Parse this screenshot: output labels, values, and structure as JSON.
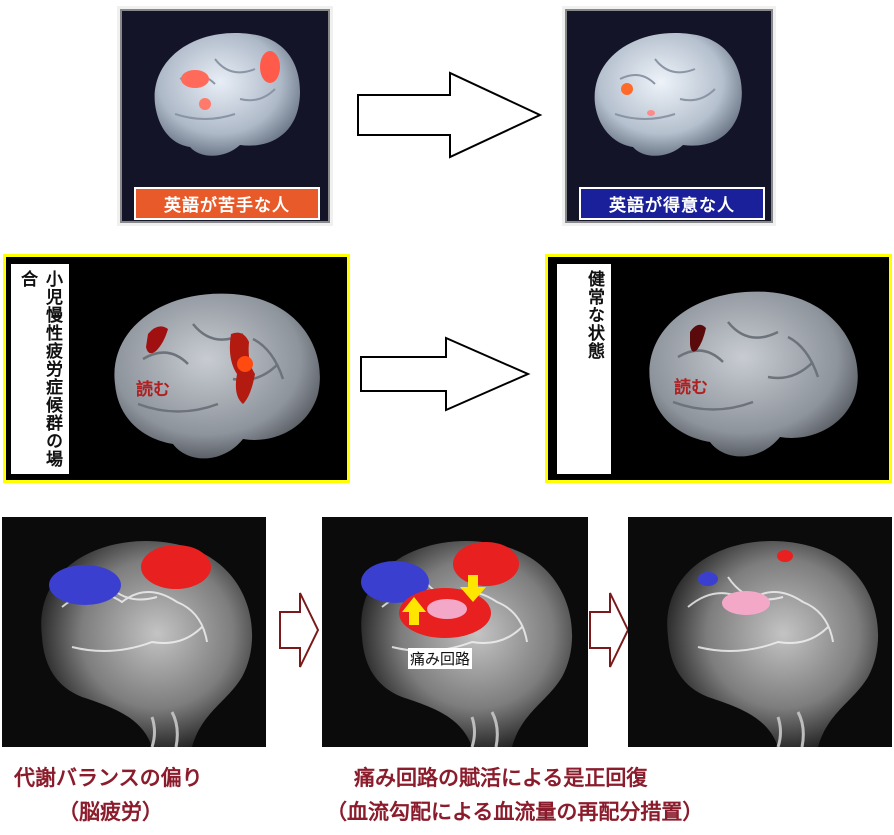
{
  "row1": {
    "left_label": "英語が苦手な人",
    "right_label": "英語が得意な人",
    "left_label_bg": "#e85a2a",
    "right_label_bg": "#1a1f9a"
  },
  "row2": {
    "left_vertical_label": "小児慢性疲労症候群の場合",
    "right_vertical_label": "健常な状態",
    "left_brain_text": "読む",
    "right_brain_text": "読む",
    "frame_color": "#ffff00"
  },
  "row3": {
    "pain_circuit_label": "痛み回路",
    "caption_left_line1": "代謝バランスの偏り",
    "caption_left_line2": "（脳疲労）",
    "caption_right_line1": "痛み回路の賦活による是正回復",
    "caption_right_line2": "（血流勾配による血流量の再配分措置）",
    "colors": {
      "blue": "#3b3fcf",
      "red": "#e82020",
      "pink": "#f4a8c8",
      "yellow": "#ffe600",
      "caption": "#8b1c2c"
    }
  },
  "arrows": {
    "icon": "right-arrow-icon"
  }
}
